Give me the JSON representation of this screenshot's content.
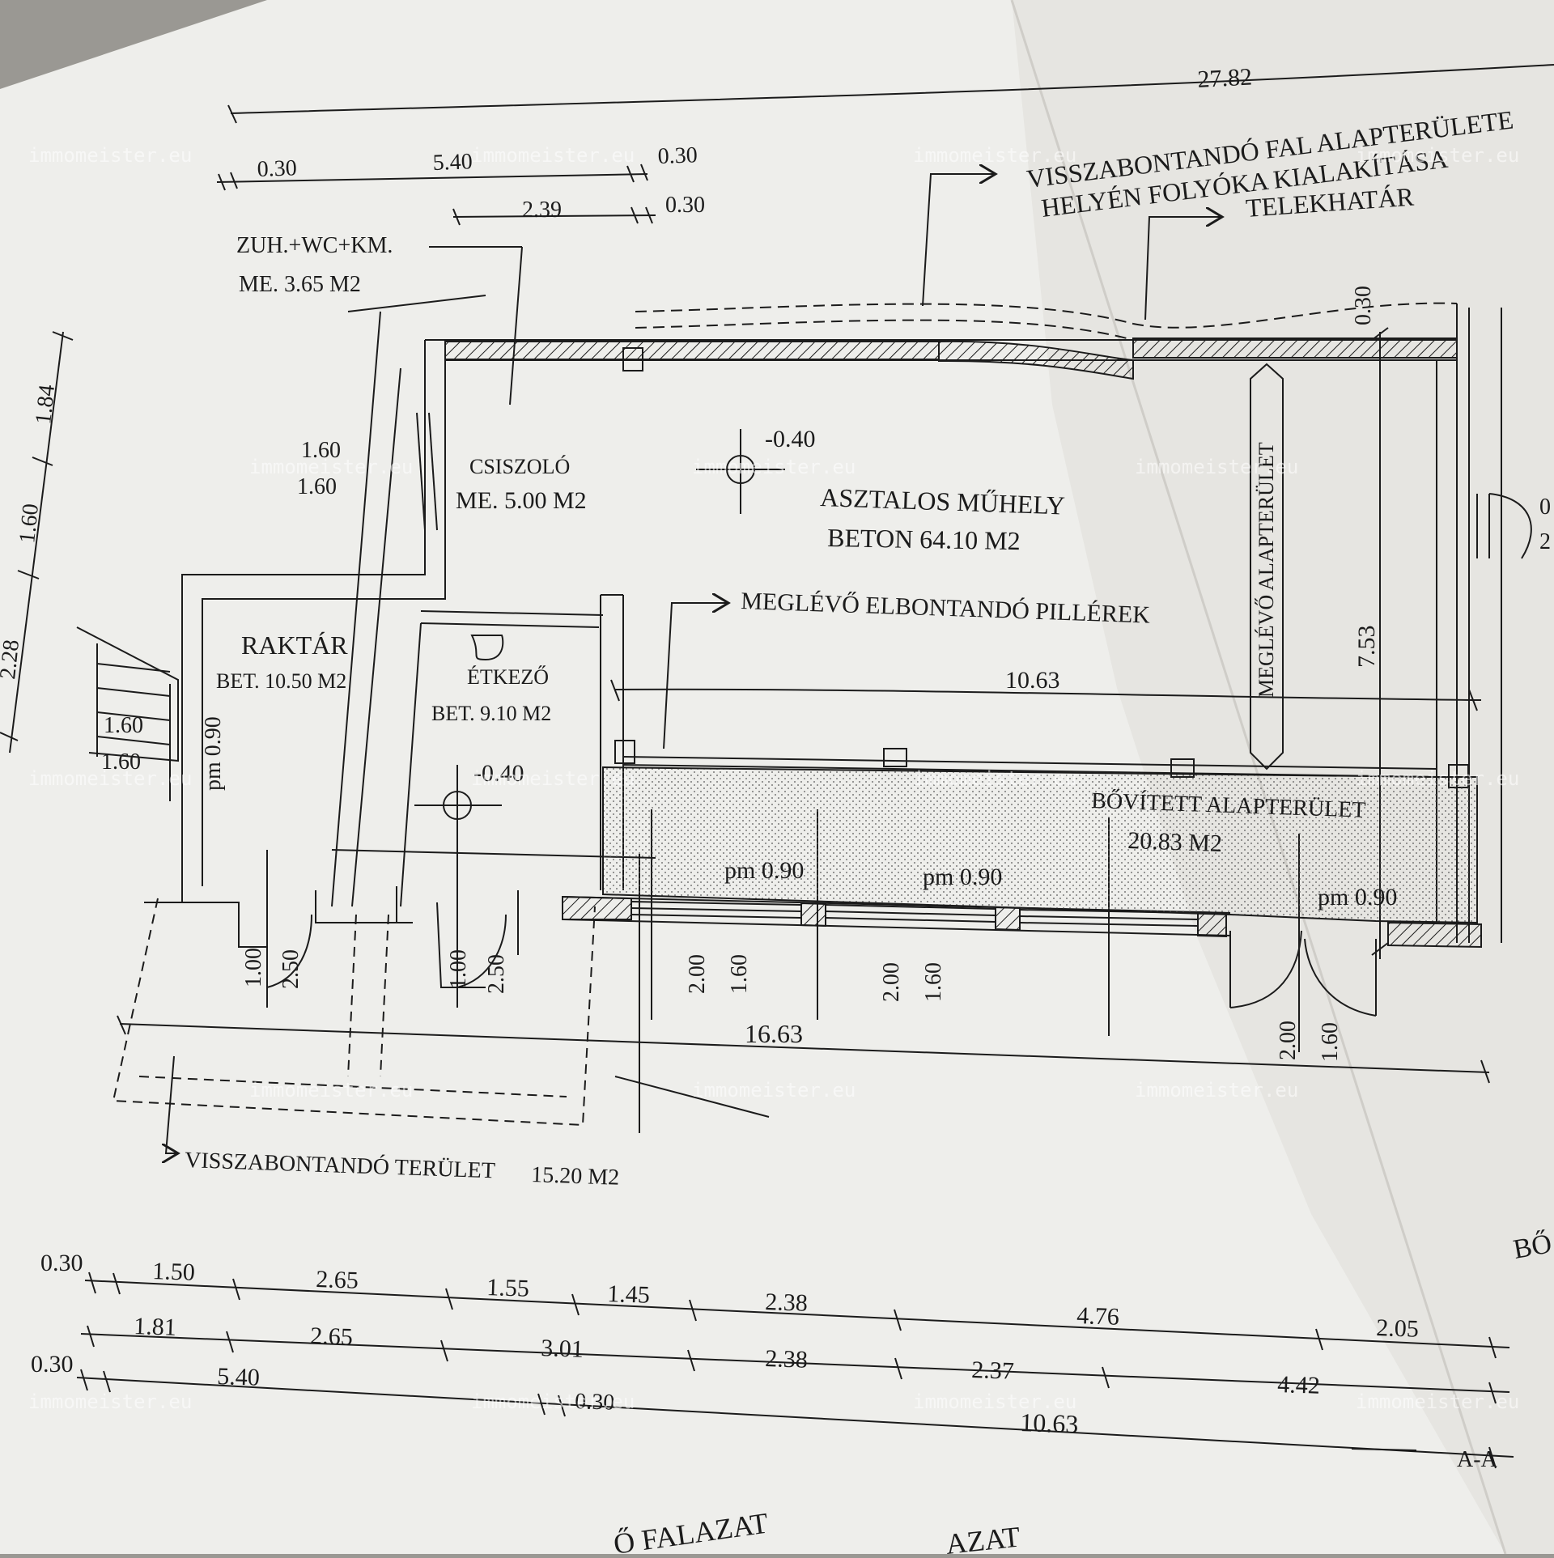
{
  "colors": {
    "paper": "#eeeeeb",
    "paper_fold": "#e3e2de",
    "background": "#9a9893",
    "ink": "#1b1b1b",
    "dotted_fill": "#d9d8d4"
  },
  "watermark": "immomeister.eu",
  "labels": {
    "top_total": "27.82",
    "visszabontando_fal_1": "VISSZABONTANDÓ FAL ALAPTERÜLETE",
    "visszabontando_fal_2": "HELYÉN FOLYÓKA KIALAKÍTÁSA",
    "telekhatar": "TELEKHATÁR",
    "zuh_wc": "ZUH.+WC+KM.",
    "zuh_area": "ME.   3.65 M2",
    "csiszolo": "CSISZOLÓ",
    "csiszolo_area": "ME.  5.00 M2",
    "level_1": "-0.40",
    "level_2": "-0.40",
    "muhely": "ASZTALOS MŰHELY",
    "muhely_area": "BETON  64.10 M2",
    "pillerek": "MEGLÉVŐ ELBONTANDÓ PILLÉREK",
    "meglevo_alap": "MEGLÉVŐ ALAPTERÜLET",
    "raktar": "RAKTÁR",
    "raktar_area": "BET.  10.50  M2",
    "etkezo": "ÉTKEZŐ",
    "etkezo_area": "BET.  9.10 M2",
    "bovitett": "BŐVÍTETT ALAPTERÜLET",
    "bovitett_area": "20.83 M2",
    "visszabontando_terulet": "VISSZABONTANDÓ TERÜLET",
    "visszabontando_terulet_area": "15.20 M2",
    "falazat_1": "Ő FALAZAT",
    "falazat_2": "AZAT",
    "section": "A-A",
    "right_edge_1": "0",
    "right_edge_2": "2",
    "bo_partial": "BŐ"
  },
  "dimensions": {
    "top_row1": [
      "0.30",
      "5.40",
      "0.30"
    ],
    "top_row2": [
      "2.39",
      "0.30"
    ],
    "left_vertical": [
      "1.84",
      "1.60",
      "2.28"
    ],
    "csiszolo_door": [
      "1.60",
      "1.60"
    ],
    "stair": [
      "1.60",
      "1.60"
    ],
    "pm_left": "pm 0.90",
    "doors_left": [
      "1.00",
      "2.50",
      "1.00",
      "2.50"
    ],
    "window_heights": [
      "2.00",
      "1.60",
      "2.00",
      "1.60",
      "2.00",
      "1.60"
    ],
    "pm_windows": [
      "pm 0.90",
      "pm 0.90",
      "pm 0.90"
    ],
    "inner_width": "10.63",
    "right_height": "7.53",
    "wall_030": "0.30",
    "total_width": "16.63",
    "bottom_row1": [
      "0.30",
      "1.50",
      "2.65",
      "1.55",
      "1.45",
      "2.38",
      "4.76",
      "2.05"
    ],
    "bottom_row2": [
      "1.81",
      "2.65",
      "3.01",
      "2.38",
      "2.37",
      "4.42"
    ],
    "bottom_row3": [
      "0.30",
      "5.40",
      "0.30",
      "10.63"
    ]
  }
}
